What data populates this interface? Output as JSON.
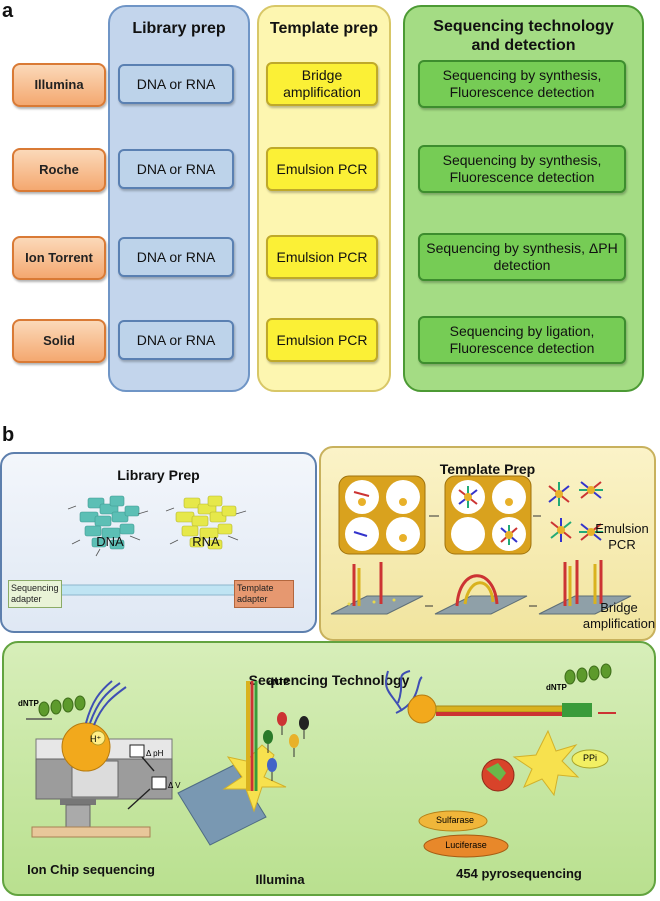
{
  "panel_a": {
    "letter": "a",
    "columns": {
      "library": "Library prep",
      "template": "Template prep",
      "sequencing": "Sequencing technology and detection"
    },
    "rows": [
      {
        "platform": "Illumina",
        "library": "DNA  or RNA",
        "template": "Bridge amplification",
        "sequencing": "Sequencing by synthesis, Fluorescence detection"
      },
      {
        "platform": "Roche",
        "library": "DNA  or RNA",
        "template": "Emulsion PCR",
        "sequencing": "Sequencing by synthesis, Fluorescence detection"
      },
      {
        "platform": "Ion Torrent",
        "library": "DNA  or RNA",
        "template": "Emulsion PCR",
        "sequencing": "Sequencing by synthesis, ΔPH detection"
      },
      {
        "platform": "Solid",
        "library": "DNA  or RNA",
        "template": "Emulsion PCR",
        "sequencing": "Sequencing by ligation, Fluorescence detection"
      }
    ]
  },
  "panel_b": {
    "letter": "b",
    "library_prep": {
      "title": "Library Prep",
      "dna": "DNA",
      "rna": "RNA",
      "seq_adapter": "Sequencing adapter",
      "template_adapter": "Template adapter"
    },
    "template_prep": {
      "title": "Template Prep",
      "emulsion": "Emulsion PCR",
      "bridge": "Bridge amplification"
    },
    "sequencing_tech": {
      "title": "Sequencing Technology",
      "dntp": "dNTP",
      "h_plus": "H⁺",
      "delta_ph": "Δ pH",
      "delta_v": "Δ V",
      "ion_chip": "Ion Chip sequencing",
      "illumina": "Illumina",
      "pyro": "454 pyrosequencing",
      "ppi": "PPi",
      "sulfarase": "Sulfarase",
      "luciferase": "Luciferase"
    }
  },
  "colors": {
    "blue_col": "#c3d5ec",
    "yellow_col": "#fdf6b0",
    "green_col": "#a4dc84",
    "platform": "#f4a870"
  }
}
